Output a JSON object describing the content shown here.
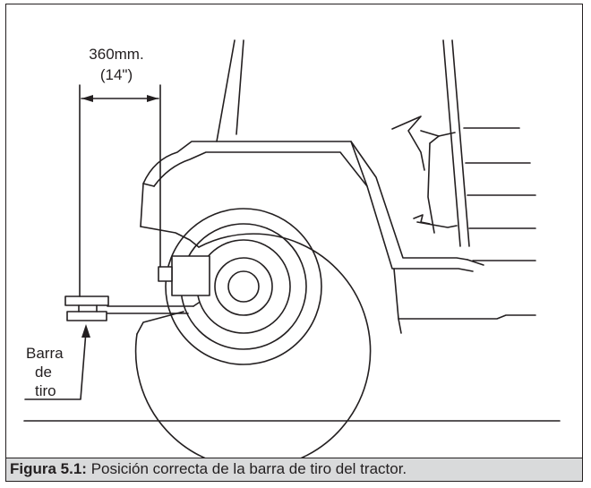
{
  "dimension": {
    "metric": "360mm.",
    "imperial": "(14\")"
  },
  "callout": {
    "line1": "Barra",
    "line2": "de",
    "line3": "tiro"
  },
  "caption": {
    "label": "Figura 5.1:",
    "text": " Posición correcta de la barra de tiro del tractor."
  },
  "colors": {
    "ink": "#231f20",
    "caption_background": "#d9dadb"
  }
}
